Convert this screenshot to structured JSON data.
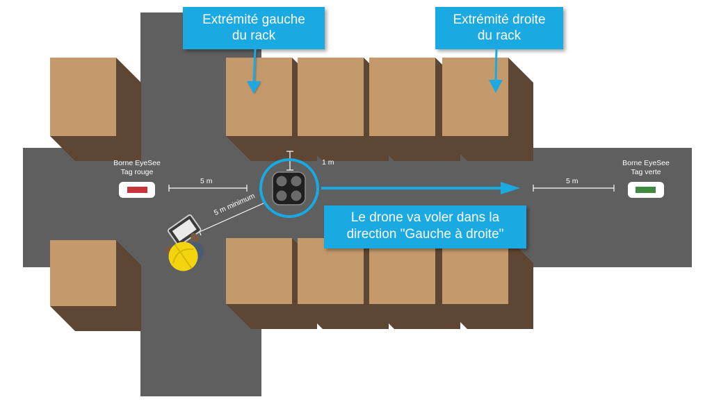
{
  "callouts": {
    "left_end": {
      "line1": "Extrémité gauche",
      "line2": "du rack"
    },
    "right_end": {
      "line1": "Extrémité droite",
      "line2": "du rack"
    },
    "direction": {
      "line1": "Le drone va voler dans la",
      "line2": "direction \"Gauche à droite\""
    }
  },
  "beacons": {
    "left": {
      "line1": "Borne EyeSee",
      "line2": "Tag rouge",
      "tag_color": "#c7353a"
    },
    "right": {
      "line1": "Borne EyeSee",
      "line2": "Tag verte",
      "tag_color": "#3f8a3f"
    }
  },
  "measurements": {
    "left_gap": "5 m",
    "right_gap": "5 m",
    "drone_height": "1 m",
    "operator_distance": "5 m minimum"
  },
  "colors": {
    "callout": "#1aa9e1",
    "floor": "#5f5f5f",
    "box_top": "#c49a6c",
    "box_side": "#5e4634",
    "drone_ring": "#1aa9e1",
    "arrow": "#1aa9e1",
    "helmet": "#f4d40f"
  },
  "icons": [
    "drone-icon",
    "operator-with-tablet-icon",
    "beacon-tag-icon",
    "arrow-right-icon"
  ]
}
